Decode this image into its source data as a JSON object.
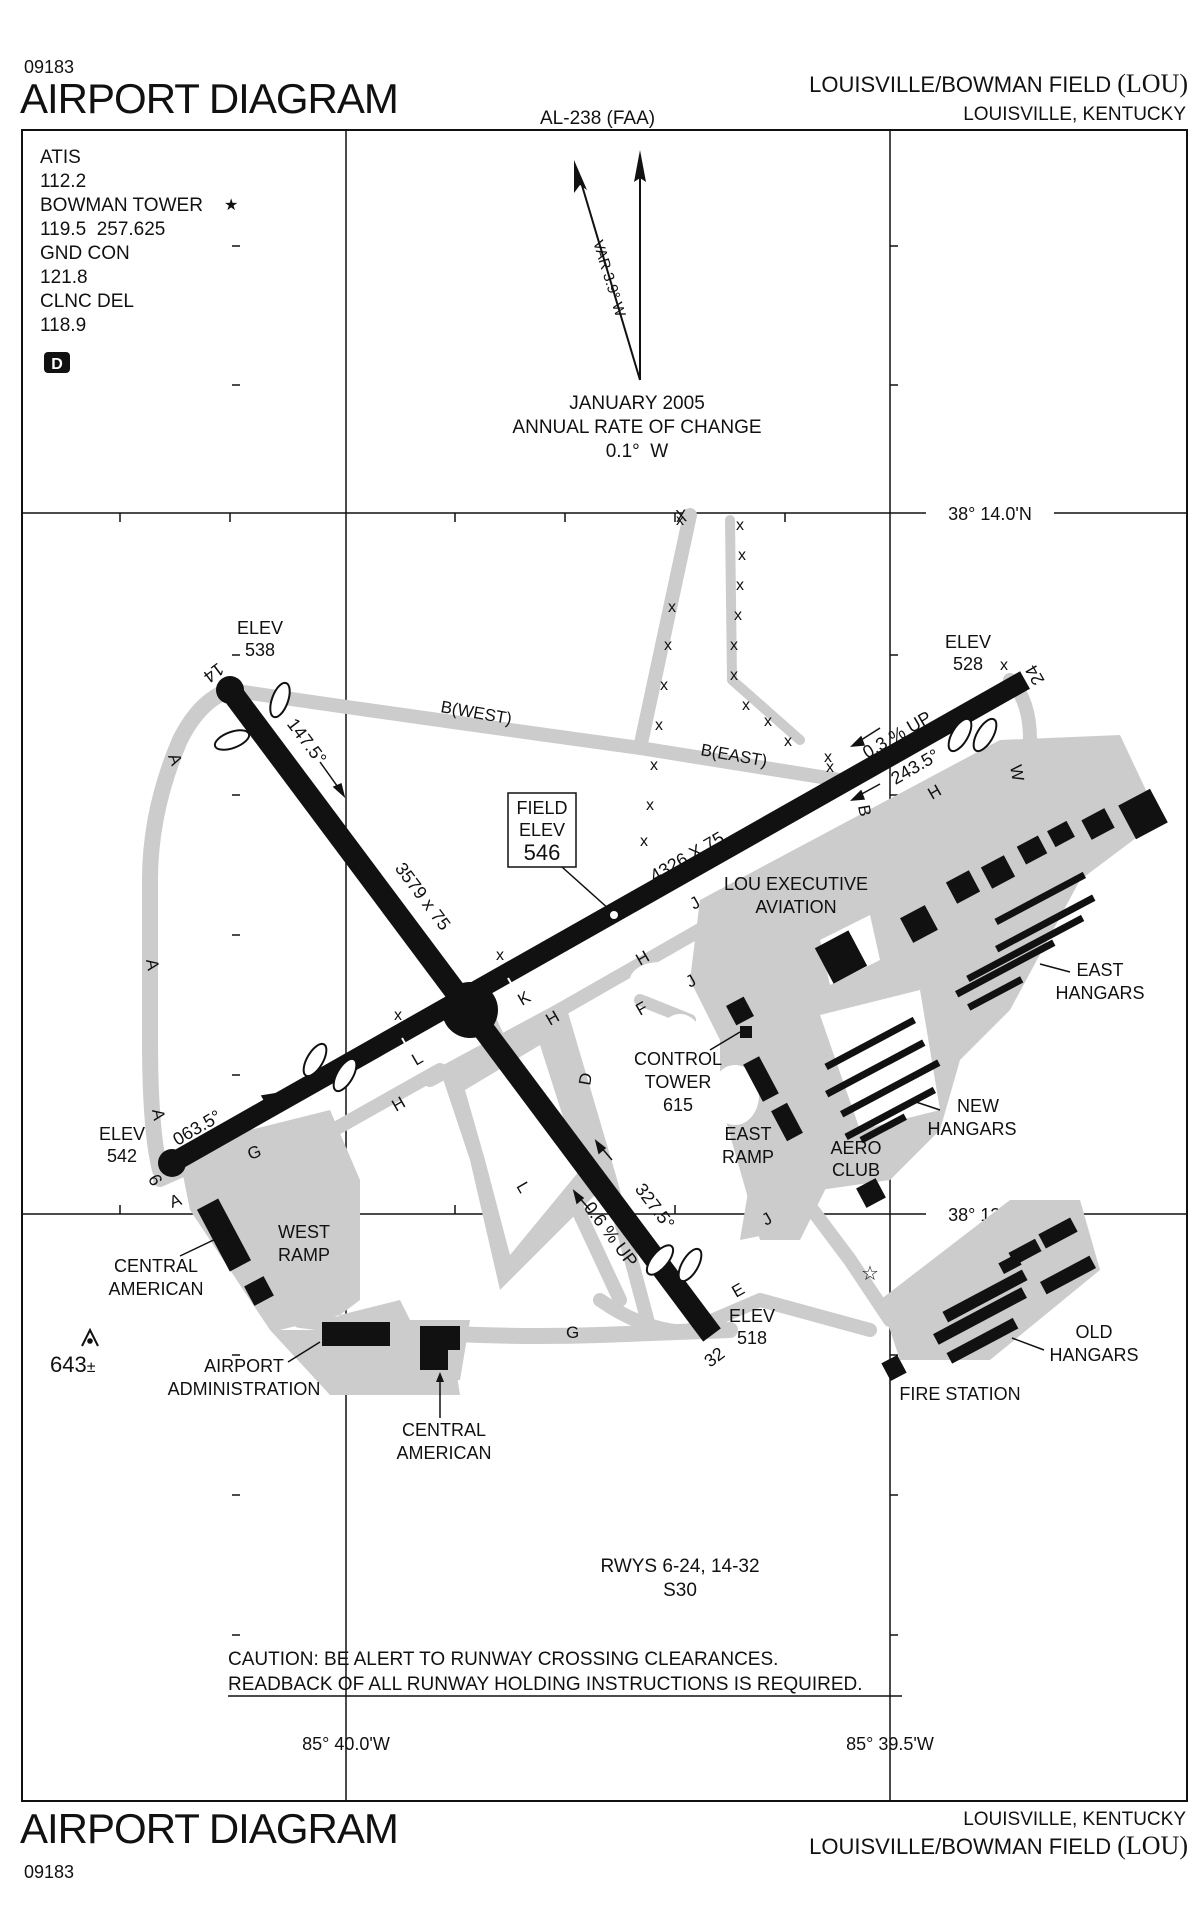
{
  "header": {
    "chart_number": "09183",
    "title": "AIRPORT DIAGRAM",
    "doc_id": "AL-238 (FAA)",
    "airport_name": "LOUISVILLE/BOWMAN FIELD",
    "airport_code": "(LOU)",
    "location": "LOUISVILLE, KENTUCKY"
  },
  "footer": {
    "chart_number": "09183",
    "title": "AIRPORT DIAGRAM",
    "location": "LOUISVILLE, KENTUCKY",
    "airport_name": "LOUISVILLE/BOWMAN FIELD",
    "airport_code": "(LOU)"
  },
  "frequencies": [
    {
      "name": "ATIS",
      "value": "112.2"
    },
    {
      "name": "BOWMAN TOWER",
      "value": "119.5  257.625"
    },
    {
      "name": "GND CON",
      "value": "121.8"
    },
    {
      "name": "CLNC DEL",
      "value": "118.9"
    }
  ],
  "datalink_badge": "D",
  "magnetic": {
    "variation": "VAR 3.9° W",
    "epoch": "JANUARY 2005",
    "rate_label": "ANNUAL RATE OF CHANGE",
    "rate": "0.1°  W"
  },
  "coords": {
    "lat_north": "38° 14.0'N",
    "lat_south": "38° 13.5'N",
    "lon_west": "85° 40.0'W",
    "lon_east": "85° 39.5'W"
  },
  "runways": {
    "rwy_14_32": {
      "end_a": "14",
      "end_b": "32",
      "dims": "3579 x 75",
      "hdg_a": "147.5°",
      "hdg_b": "327.5°",
      "gradient": "0.6 % UP"
    },
    "rwy_6_24": {
      "end_a": "6",
      "end_b": "24",
      "dims": "4326 X 75",
      "hdg_a": "063.5°",
      "hdg_b": "243.5°",
      "gradient": "0.3 % UP"
    }
  },
  "elevations": {
    "elev_label": "ELEV",
    "rwy14": "538",
    "rwy24": "528",
    "rwy6": "542",
    "rwy32": "518",
    "field_label_1": "FIELD",
    "field_label_2": "ELEV",
    "field": "546",
    "obstacle": "643",
    "obstacle_suffix": "±"
  },
  "taxiways": {
    "a": "A",
    "b": "B",
    "b_west": "B(WEST)",
    "b_east": "B(EAST)",
    "d": "D",
    "e": "E",
    "f": "F",
    "g": "G",
    "h": "H",
    "j": "J",
    "k": "K",
    "l": "L",
    "w": "W",
    "x": "X"
  },
  "facilities": {
    "lou_exec_1": "LOU EXECUTIVE",
    "lou_exec_2": "AVIATION",
    "east_hangars_1": "EAST",
    "east_hangars_2": "HANGARS",
    "control_tower_1": "CONTROL",
    "control_tower_2": "TOWER",
    "control_tower_3": "615",
    "east_ramp_1": "EAST",
    "east_ramp_2": "RAMP",
    "new_hangars_1": "NEW",
    "new_hangars_2": "HANGARS",
    "aero_club_1": "AERO",
    "aero_club_2": "CLUB",
    "west_ramp_1": "WEST",
    "west_ramp_2": "RAMP",
    "central_american_w_1": "CENTRAL",
    "central_american_w_2": "AMERICAN",
    "airport_admin_1": "AIRPORT",
    "airport_admin_2": "ADMINISTRATION",
    "central_american_s_1": "CENTRAL",
    "central_american_s_2": "AMERICAN",
    "old_hangars_1": "OLD",
    "old_hangars_2": "HANGARS",
    "fire_station": "FIRE STATION"
  },
  "notes": {
    "runways_line": "RWYS 6-24, 14-32",
    "s_line": "S30",
    "caution_1": "CAUTION: BE ALERT TO RUNWAY CROSSING CLEARANCES.",
    "caution_2": "READBACK OF ALL RUNWAY HOLDING INSTRUCTIONS IS REQUIRED."
  }
}
